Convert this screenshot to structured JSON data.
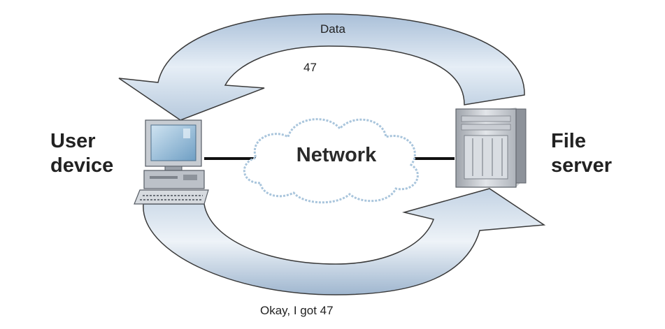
{
  "labels": {
    "top_arrow": "Data",
    "data_value": "47",
    "user_device_line1": "User",
    "user_device_line2": "device",
    "network": "Network",
    "file_server_line1": "File",
    "file_server_line2": "server",
    "bottom_arrow": "Okay, I got 47"
  },
  "colors": {
    "arrow_fill": "#c9d7e7",
    "arrow_stroke": "#3a3a3a",
    "cloud_fill": "#ffffff",
    "cloud_stroke": "#a9c5dc",
    "device_gray": "#b9bec5",
    "screen_blue": "#8fb8d6"
  },
  "icons": {
    "user_device": "desktop-computer-icon",
    "network": "cloud-icon",
    "file_server": "server-tower-icon"
  }
}
